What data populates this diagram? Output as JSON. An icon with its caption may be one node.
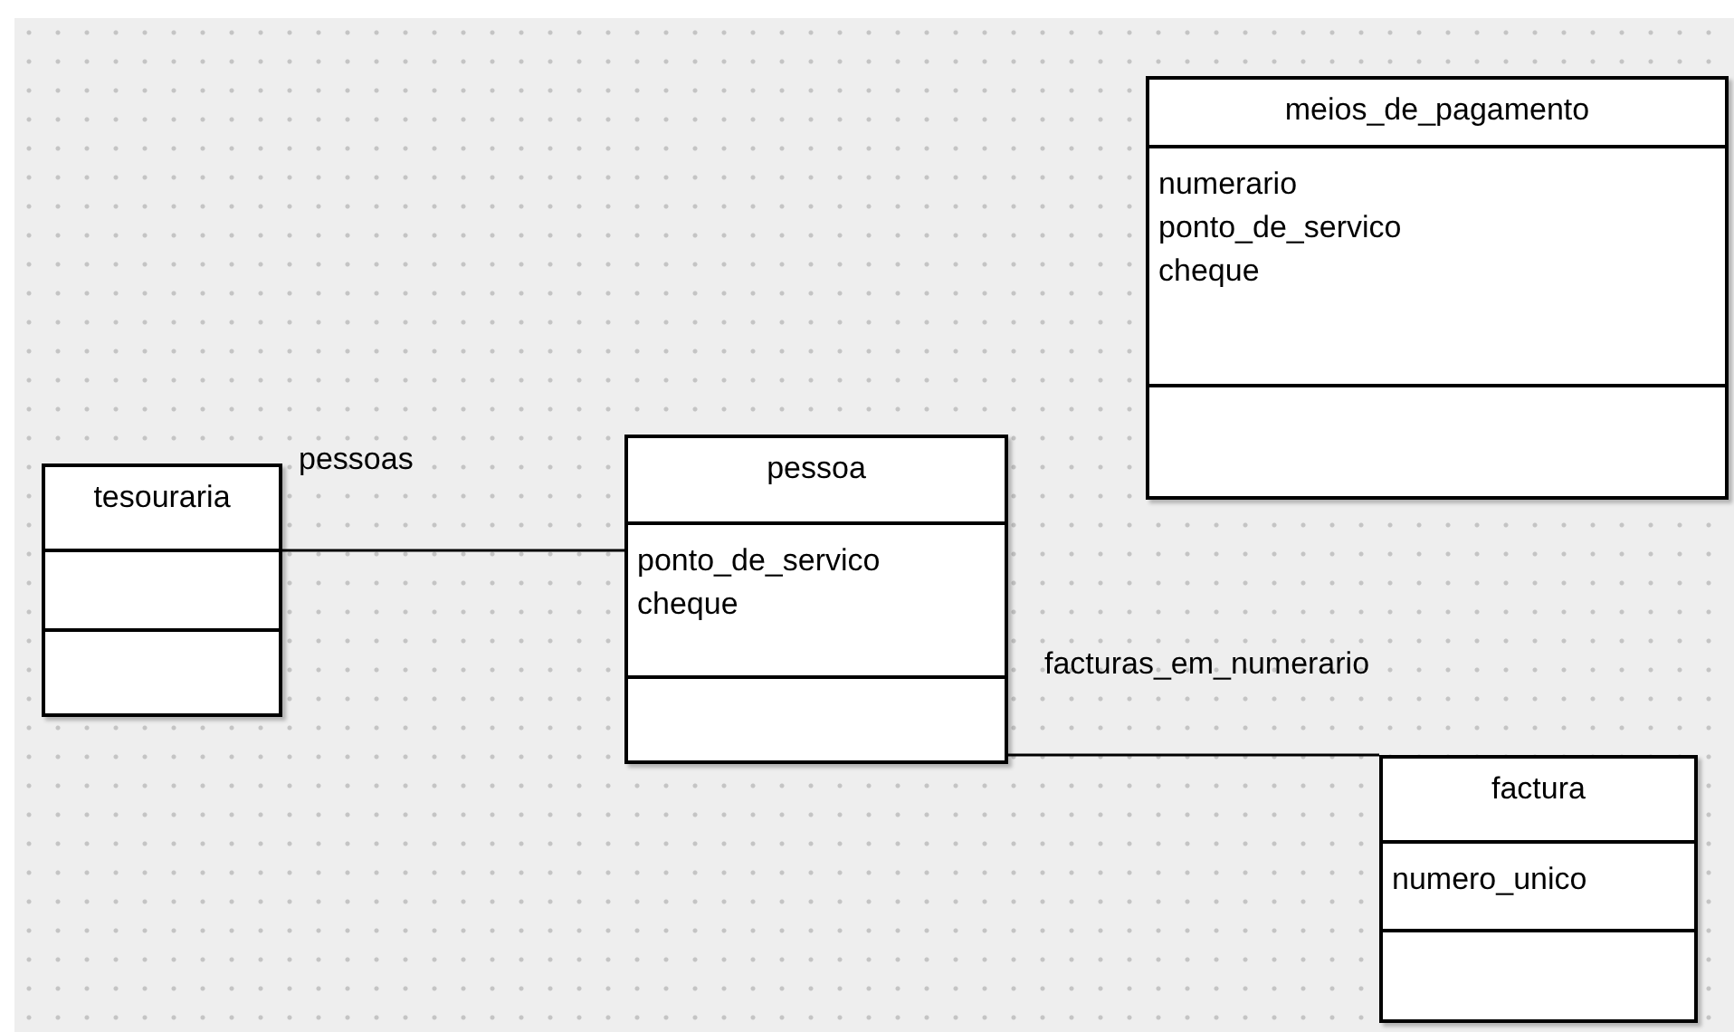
{
  "diagram": {
    "nodes": [
      {
        "text": [
          "meios_de_pagamento",
          "numerario",
          "ponto_de_servico",
          "cheque"
        ]
      },
      {
        "text": [
          "tesouraria"
        ]
      },
      {
        "text": [
          "pessoa",
          "ponto_de_servico",
          "cheque"
        ]
      },
      {
        "text": [
          "factura",
          "numero_unico"
        ]
      }
    ],
    "edges": [
      {
        "from": 1,
        "to": 2,
        "arrow": "none",
        "label": "pessoas"
      },
      {
        "from": 2,
        "to": 3,
        "arrow": "none",
        "label": "facturas_em_numerario"
      }
    ]
  }
}
